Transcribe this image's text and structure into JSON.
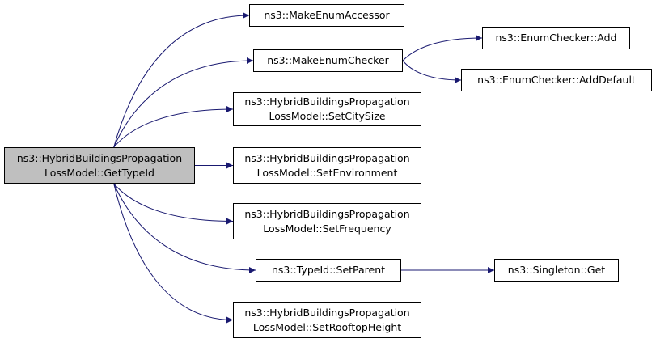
{
  "colors": {
    "edge": "#191970",
    "node_border": "#000000",
    "node_fill": "#ffffff",
    "root_fill": "#bfbfbf"
  },
  "nodes": {
    "root": [
      "ns3::HybridBuildingsPropagation",
      "LossModel::GetTypeId"
    ],
    "make_enum_accessor": [
      "ns3::MakeEnumAccessor"
    ],
    "make_enum_checker": [
      "ns3::MakeEnumChecker"
    ],
    "enum_checker_add": [
      "ns3::EnumChecker::Add"
    ],
    "enum_checker_add_default": [
      "ns3::EnumChecker::AddDefault"
    ],
    "set_city_size": [
      "ns3::HybridBuildingsPropagation",
      "LossModel::SetCitySize"
    ],
    "set_environment": [
      "ns3::HybridBuildingsPropagation",
      "LossModel::SetEnvironment"
    ],
    "set_frequency": [
      "ns3::HybridBuildingsPropagation",
      "LossModel::SetFrequency"
    ],
    "set_parent": [
      "ns3::TypeId::SetParent"
    ],
    "singleton_get": [
      "ns3::Singleton::Get"
    ],
    "set_rooftop_height": [
      "ns3::HybridBuildingsPropagation",
      "LossModel::SetRooftopHeight"
    ]
  },
  "edges": [
    [
      "root",
      "make_enum_accessor"
    ],
    [
      "root",
      "make_enum_checker"
    ],
    [
      "root",
      "set_city_size"
    ],
    [
      "root",
      "set_environment"
    ],
    [
      "root",
      "set_frequency"
    ],
    [
      "root",
      "set_parent"
    ],
    [
      "root",
      "set_rooftop_height"
    ],
    [
      "make_enum_checker",
      "enum_checker_add"
    ],
    [
      "make_enum_checker",
      "enum_checker_add_default"
    ],
    [
      "set_parent",
      "singleton_get"
    ]
  ]
}
